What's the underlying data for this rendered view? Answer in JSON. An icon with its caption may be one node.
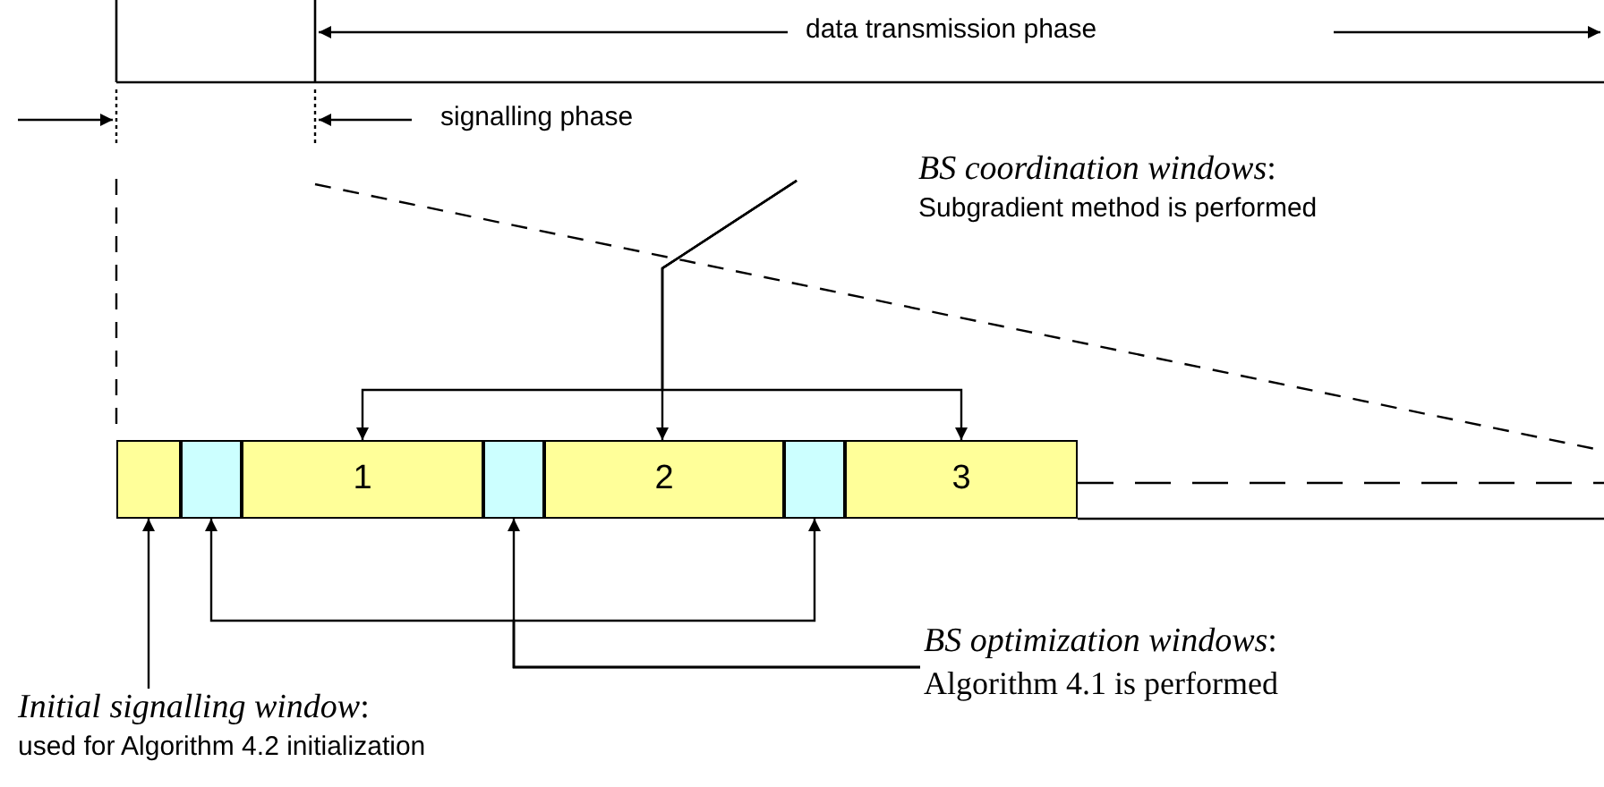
{
  "diagram": {
    "nodes": [
      {
        "text": [],
        "shape": "box"
      },
      {
        "text": [],
        "shape": "box"
      },
      {
        "text": [
          "1"
        ]
      },
      {
        "text": [],
        "shape": "box"
      },
      {
        "text": [
          "2"
        ]
      },
      {
        "text": [],
        "shape": "box"
      },
      {
        "text": [
          "3"
        ]
      },
      {
        "text": [
          "*BS coordination windows*:",
          "Subgradient method is performed"
        ]
      },
      {
        "text": [
          "*Initial signalling window*:",
          "used for Algorithm 4.2 initialization"
        ]
      },
      {
        "text": [
          "*BS optimization windows*:",
          "Algorithm 4.1 is performed"
        ]
      }
    ],
    "edges": [
      {
        "from": 7,
        "to": 2,
        "arrow": "to"
      },
      {
        "from": 7,
        "to": 4,
        "arrow": "to"
      },
      {
        "from": 7,
        "to": 6,
        "arrow": "to"
      },
      {
        "from": 8,
        "to": 0,
        "arrow": "to"
      },
      {
        "from": 9,
        "to": 1,
        "arrow": "to"
      },
      {
        "from": 9,
        "to": 3,
        "arrow": "to"
      },
      {
        "from": 9,
        "to": 5,
        "arrow": "to"
      }
    ],
    "labels": [
      "data transmission phase",
      "signalling phase"
    ]
  }
}
